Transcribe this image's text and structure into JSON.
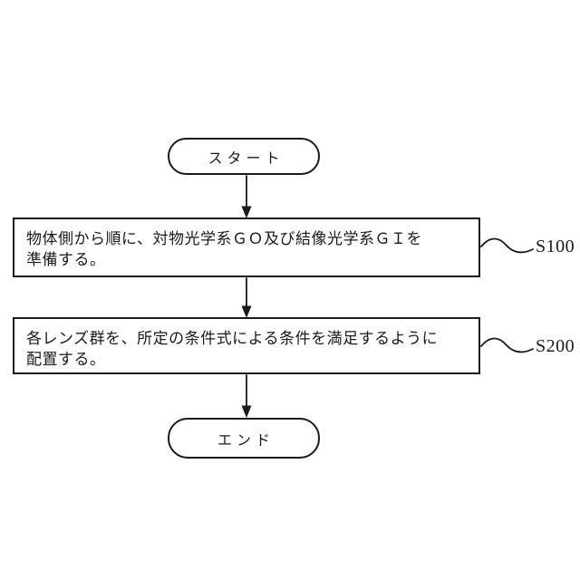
{
  "figure": {
    "type": "flowchart",
    "background_color": "#ffffff",
    "ink_color": "#1a1a1a"
  },
  "flowchart": {
    "start": {
      "label": "スタート"
    },
    "steps": [
      {
        "ref": "S100",
        "lines": [
          "物体側から順に、対物光学系ＧＯ及び結像光学系ＧＩを",
          "準備する。"
        ]
      },
      {
        "ref": "S200",
        "lines": [
          "各レンズ群を、所定の条件式による条件を満足するように",
          "配置する。"
        ]
      }
    ],
    "end": {
      "label": "エンド"
    }
  }
}
